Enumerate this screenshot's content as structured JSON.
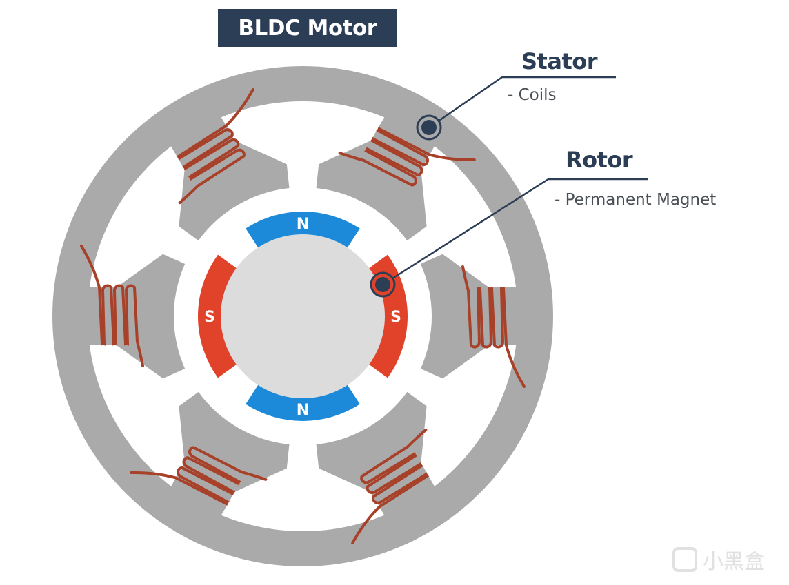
{
  "title": "BLDC Motor",
  "callouts": [
    {
      "id": "stator",
      "heading": "Stator",
      "detail": "- Coils"
    },
    {
      "id": "rotor",
      "heading": "Rotor",
      "detail": "- Permanent Magnet"
    }
  ],
  "rotor_poles": [
    {
      "position": "top",
      "label": "N",
      "color": "#1c8ad9"
    },
    {
      "position": "right",
      "label": "S",
      "color": "#e0422a"
    },
    {
      "position": "bottom",
      "label": "N",
      "color": "#1c8ad9"
    },
    {
      "position": "left",
      "label": "S",
      "color": "#e0422a"
    }
  ],
  "stator_teeth_count": 6,
  "colors": {
    "stator": "#aaaaaa",
    "rotor_core": "#dcdcdc",
    "coil": "#a8412a",
    "title_bg": "#2c3e55",
    "callout": "#2c3e55"
  },
  "watermark": "小黑盒"
}
